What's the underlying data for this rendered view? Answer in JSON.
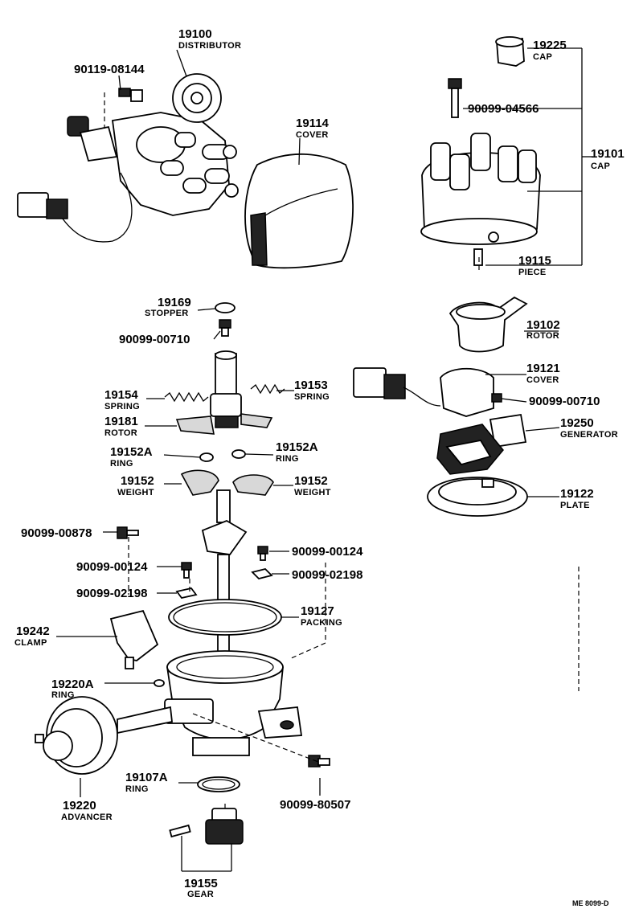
{
  "parts": {
    "p19100": {
      "number": "19100",
      "name": "DISTRIBUTOR"
    },
    "p90119_08144": {
      "number": "90119-08144"
    },
    "p19114": {
      "number": "19114",
      "name": "COVER"
    },
    "p19225": {
      "number": "19225",
      "name": "CAP"
    },
    "p90099_04566": {
      "number": "90099-04566"
    },
    "p19101": {
      "number": "19101",
      "name": "CAP"
    },
    "p19115": {
      "number": "19115",
      "name": "PIECE"
    },
    "p19169": {
      "number": "19169",
      "name": "STOPPER"
    },
    "p90099_00710a": {
      "number": "90099-00710"
    },
    "p19153": {
      "number": "19153",
      "name": "SPRING"
    },
    "p19154": {
      "number": "19154",
      "name": "SPRING"
    },
    "p19181": {
      "number": "19181",
      "name": "ROTOR"
    },
    "p19152A_left": {
      "number": "19152A",
      "name": "RING"
    },
    "p19152A_right": {
      "number": "19152A",
      "name": "RING"
    },
    "p19152_left": {
      "number": "19152",
      "name": "WEIGHT"
    },
    "p19152_right": {
      "number": "19152",
      "name": "WEIGHT"
    },
    "p19102": {
      "number": "19102",
      "name": "ROTOR"
    },
    "p19121": {
      "number": "19121",
      "name": "COVER"
    },
    "p90099_00710b": {
      "number": "90099-00710"
    },
    "p19250": {
      "number": "19250",
      "name": "GENERATOR"
    },
    "p19122": {
      "number": "19122",
      "name": "PLATE"
    },
    "p90099_00878": {
      "number": "90099-00878"
    },
    "p90099_00124_left": {
      "number": "90099-00124"
    },
    "p90099_00124_right": {
      "number": "90099-00124"
    },
    "p90099_02198_right": {
      "number": "90099-02198"
    },
    "p90099_02198_left": {
      "number": "90099-02198"
    },
    "p19127": {
      "number": "19127",
      "name": "PACKING"
    },
    "p19242": {
      "number": "19242",
      "name": "CLAMP"
    },
    "p19220A": {
      "number": "19220A",
      "name": "RING"
    },
    "p19107A": {
      "number": "19107A",
      "name": "RING"
    },
    "p90099_80507": {
      "number": "90099-80507"
    },
    "p19220": {
      "number": "19220",
      "name": "ADVANCER"
    },
    "p19155": {
      "number": "19155",
      "name": "GEAR"
    }
  },
  "footer": {
    "code": "ME  8099-D"
  }
}
